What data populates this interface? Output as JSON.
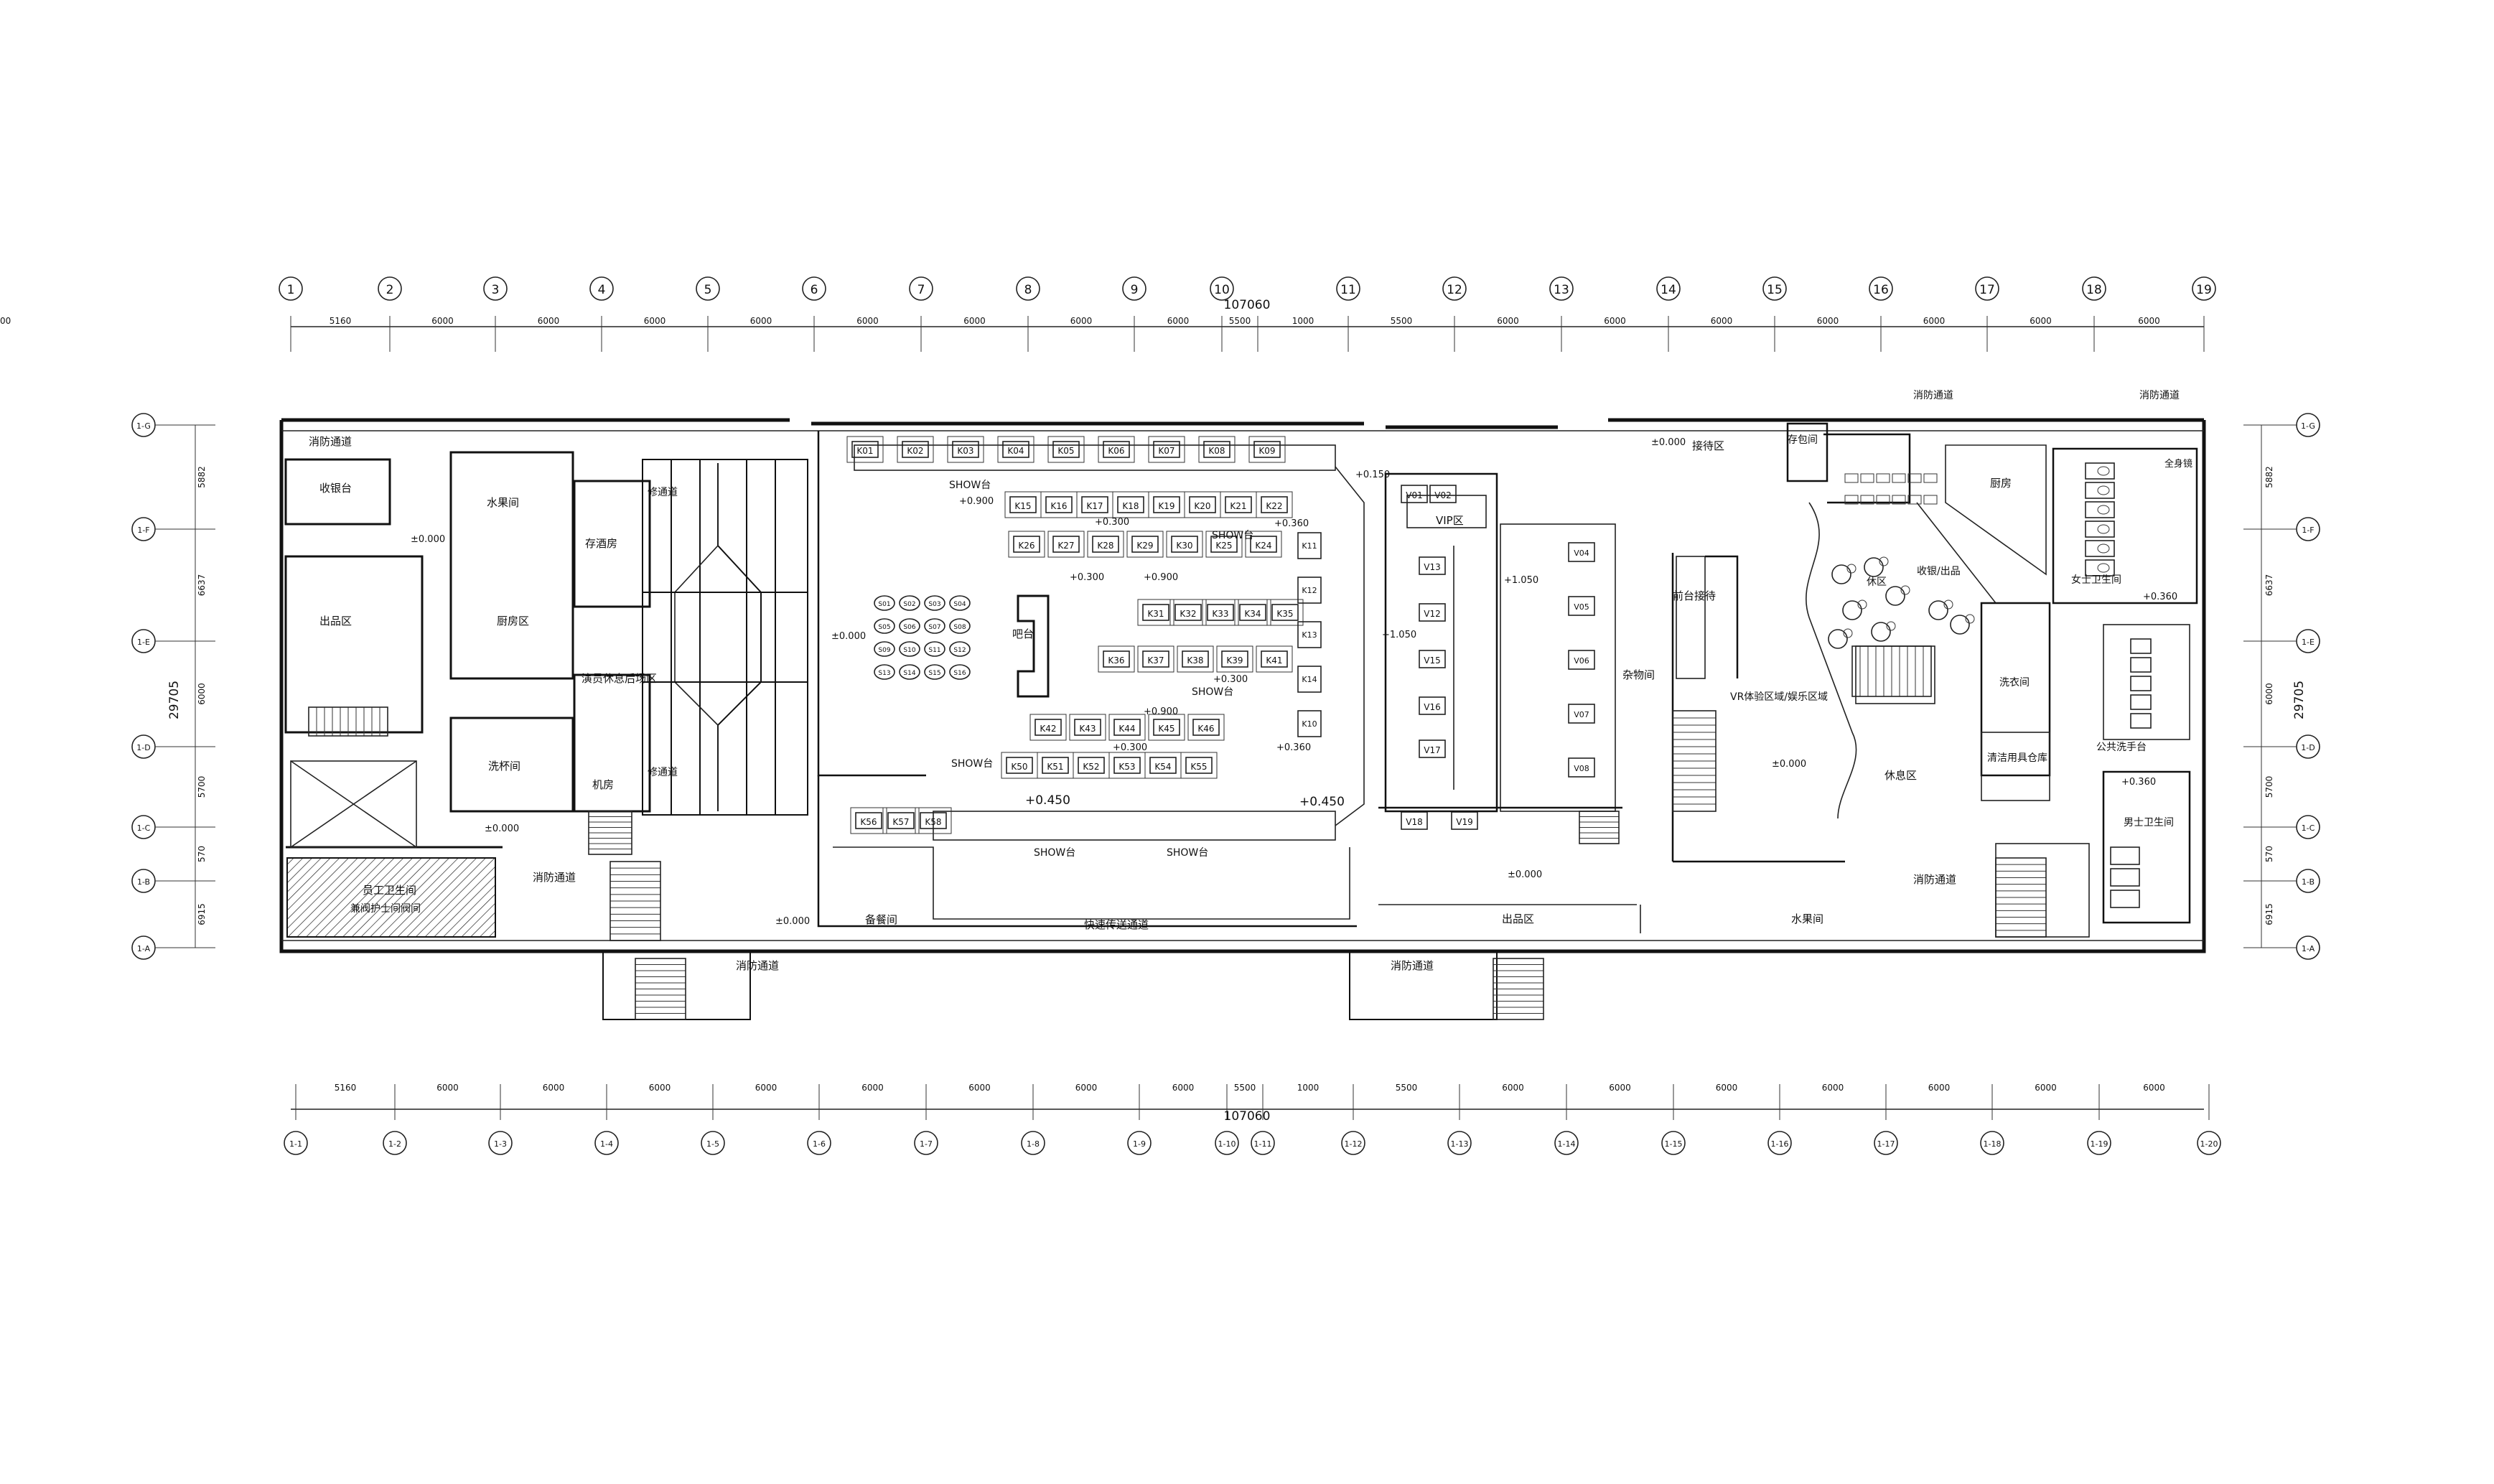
{
  "grid_top": [
    "1",
    "2",
    "3",
    "4",
    "5",
    "6",
    "7",
    "8",
    "9",
    "10",
    "11",
    "12",
    "13",
    "14",
    "15",
    "16",
    "17",
    "18",
    "19"
  ],
  "grid_bottom": [
    "1-1",
    "1-2",
    "1-3",
    "1-4",
    "1-5",
    "1-6",
    "1-7",
    "1-8",
    "1-9",
    "1-10",
    "1-11",
    "1-12",
    "1-13",
    "1-14",
    "1-15",
    "1-16",
    "1-17",
    "1-18",
    "1-19",
    "1-20"
  ],
  "grid_rows": [
    "1-G",
    "1-F",
    "1-E",
    "1-D",
    "1-C",
    "1-B",
    "1-A"
  ],
  "dims_top": [
    "5160",
    "6000",
    "6000",
    "6000",
    "6000",
    "6000",
    "6000",
    "6000",
    "6000",
    "5500",
    "1000",
    "5500",
    "6000",
    "6000",
    "6000",
    "6000",
    "6000",
    "6000",
    "6000",
    "6000"
  ],
  "dims_bottom": [
    "5160",
    "6000",
    "6000",
    "6000",
    "6000",
    "6000",
    "6000",
    "6000",
    "6000",
    "5500",
    "1000",
    "5500",
    "6000",
    "6000",
    "6000",
    "6000",
    "6000",
    "6000",
    "6000",
    "6000"
  ],
  "total_width": "107060",
  "dims_side": [
    "5882",
    "6637",
    "6000",
    "5700",
    "570",
    "6915"
  ],
  "total_depth": "29705",
  "rooms": {
    "fire_exit": "消防通道",
    "cashier": "收银台",
    "fruit_room": "水果间",
    "wine_storage": "存酒房",
    "kitchen_area": "厨房区",
    "serving_area": "出品区",
    "staff_rest": "演员休息后场区",
    "cup_washing": "洗杯间",
    "machine_room": "机房",
    "maintenance": "修通道",
    "maint_lower": "修通道",
    "staff_toilet": "员工卫生间",
    "staff_toilet_sub": "兼阀护士间阀间",
    "prep_room": "备餐间",
    "express_passage": "快速传送通道",
    "show_stage": "SHOW台",
    "bar": "吧台",
    "vip_area": "VIP区",
    "reception": "接待区",
    "front_desk": "前台接待",
    "storage": "杂物间",
    "vr_area": "VR体验区域/娱乐区域",
    "bag_storage": "存包间",
    "kitchen": "厨房",
    "bar_service": "收银/出品",
    "rest_area_r": "休区",
    "laundry": "洗衣间",
    "cleaning": "清洁用具仓库",
    "rest_area": "休息区",
    "women_toilet": "女士卫生间",
    "full_mirror": "全身镜",
    "public_sink": "公共洗手台",
    "men_toilet": "男士卫生间",
    "fruit_room_r": "水果间",
    "serving_area_r": "出品区"
  },
  "elevations": {
    "e0": "±0.000",
    "e450": "+0.450",
    "e300": "+0.300",
    "e360": "+0.360",
    "e900": "+0.900",
    "e150": "+0.150",
    "e1050": "+1.050"
  },
  "booths_top": [
    "K01",
    "K02",
    "K03",
    "K04",
    "K05",
    "K06",
    "K07",
    "K08",
    "K09"
  ],
  "booths_row2": [
    "K15",
    "K16",
    "K17",
    "K18",
    "K19",
    "K20",
    "K21",
    "K22"
  ],
  "booths_row3": [
    "K26",
    "K27",
    "K28",
    "K29",
    "K30",
    "K25",
    "K24"
  ],
  "booths_row4": [
    "K31",
    "K32",
    "K33",
    "K34",
    "K35"
  ],
  "booths_row5": [
    "K36",
    "K37",
    "K38",
    "K39",
    "K41"
  ],
  "booths_row6": [
    "K42",
    "K43",
    "K44",
    "K45",
    "K46"
  ],
  "booths_row7": [
    "K50",
    "K51",
    "K52",
    "K53",
    "K54",
    "K55"
  ],
  "booths_bottom": [
    "K56",
    "K57",
    "K58"
  ],
  "booths_right_col": [
    "K11",
    "K12",
    "K13",
    "K14",
    "K10"
  ],
  "vip_booths": [
    "V01",
    "V02",
    "V13",
    "V12",
    "V15",
    "V16",
    "V17",
    "V18",
    "V19"
  ],
  "vip_right": [
    "V04",
    "V05",
    "V06",
    "V07",
    "V08"
  ],
  "seats": [
    "S01",
    "S02",
    "S03",
    "S04",
    "S05",
    "S06",
    "S07",
    "S08",
    "S09",
    "S10",
    "S11",
    "S12",
    "S13",
    "S14",
    "S15",
    "S16"
  ]
}
